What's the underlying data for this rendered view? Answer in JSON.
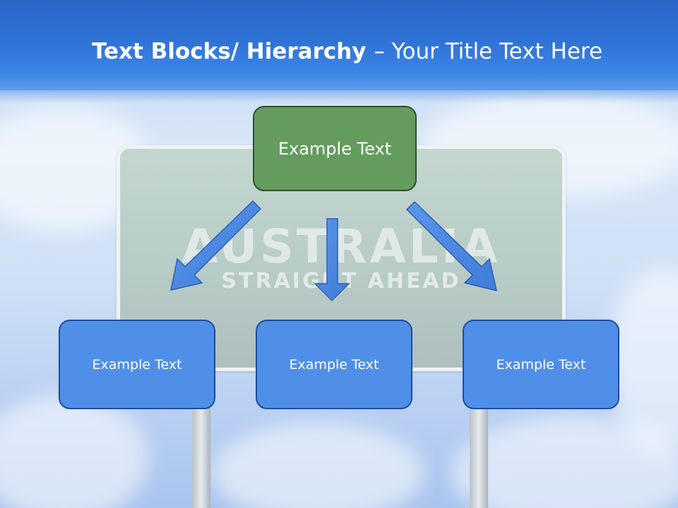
{
  "title": {
    "bold": "Text Blocks/ Hierarchy",
    "light": "– Your Title Text Here"
  },
  "sign": {
    "main": "AUSTRALIA",
    "sub": "STRAIGHT AHEAD"
  },
  "hierarchy": {
    "top": "Example Text",
    "children": [
      "Example Text",
      "Example Text",
      "Example Text"
    ]
  },
  "colors": {
    "header_blue": "#2f72d6",
    "top_box_green": "#649c5d",
    "child_box_blue": "#4f8fe8",
    "arrow_blue": "#4a86e2"
  }
}
